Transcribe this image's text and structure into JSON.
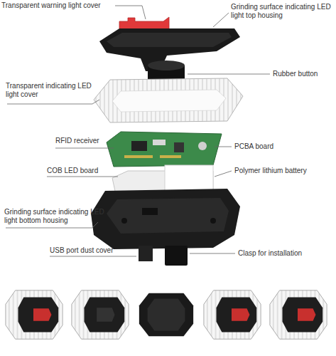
{
  "diagram": {
    "labels": [
      "Transparent warning light cover",
      "Grinding surface indicating LED light top housing",
      "Rubber button",
      "Transparent indicating LED light cover",
      "RFID receiver",
      "PCBA board",
      "COB LED board",
      "Polymer lithium battery",
      "Grinding surface indicating LED light bottom housing",
      "USB port dust cover",
      "Clasp for installation"
    ]
  }
}
